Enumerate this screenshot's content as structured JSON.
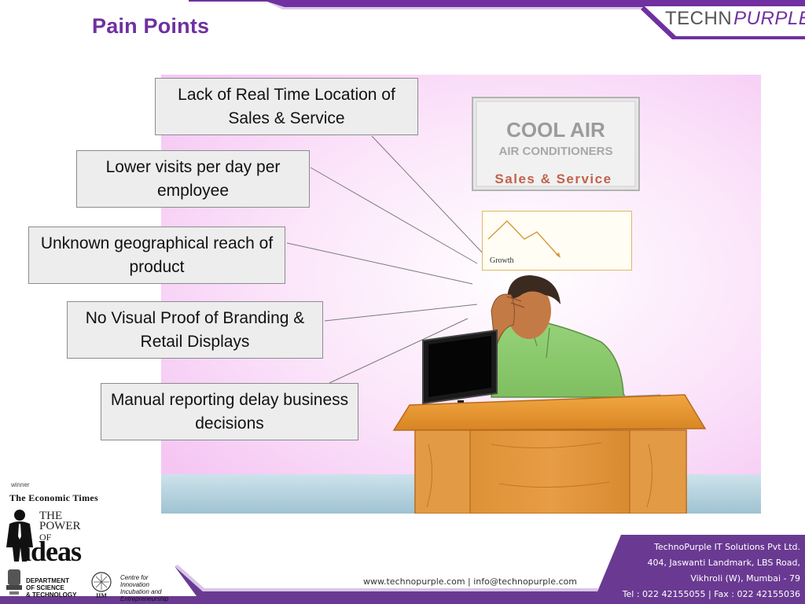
{
  "slide": {
    "title": "Pain Points",
    "logo": {
      "part1": "TECHN",
      "part2": "PURPLE"
    },
    "callouts": [
      "Lack of Real Time Location of Sales & Service",
      "Lower visits per day per employee",
      "Unknown geographical reach of product",
      "No Visual Proof of Branding & Retail Displays",
      "Manual reporting delay business decisions"
    ],
    "signboard": {
      "line1": "COOL AIR",
      "line2": "AIR CONDITIONERS",
      "line3": "Sales & Service"
    },
    "growth_label": "Growth",
    "awards": {
      "winner": "winner",
      "economic_times": "The Economic Times",
      "power_the": "THE",
      "power_power": "POWER",
      "power_of": "OF",
      "power_ideas": "ideas",
      "dst": [
        "DEPARTMENT",
        "OF SCIENCE",
        "& TECHNOLOGY"
      ],
      "iim": "IIM",
      "cie": [
        "Centre for",
        "Innovation",
        "Incubation and",
        "Entrepreneurship"
      ]
    },
    "footer": {
      "web": "www.technopurple.com | info@technopurple.com",
      "company": "TechnoPurple IT Solutions Pvt Ltd.",
      "address1": "404, Jaswanti Landmark, LBS Road,",
      "address2": "Vikhroli (W), Mumbai - 79",
      "phone": "Tel : 022 42155055 | Fax : 022 42155036"
    },
    "colors": {
      "brand_purple": "#7030a0",
      "footer_purple": "#6a3a92",
      "title_color": "#7030a0"
    }
  }
}
